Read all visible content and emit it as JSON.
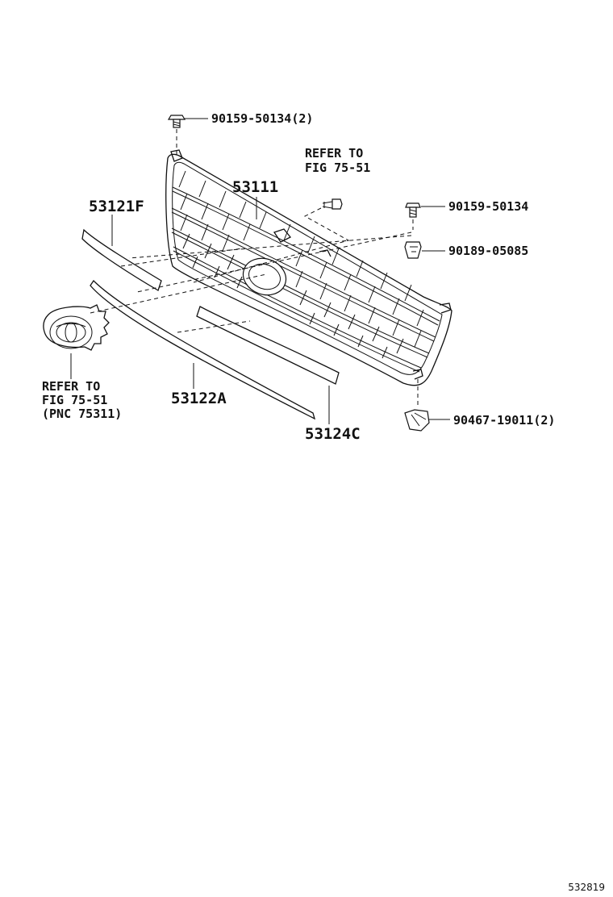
{
  "diagram": {
    "parts": {
      "bolt_top": "90159-50134(2)",
      "refer_top_line1": "REFER TO",
      "refer_top_line2": "FIG 75-51",
      "grille": "53111",
      "molding_upper": "53121F",
      "bolt_right": "90159-50134",
      "clip_right": "90189-05085",
      "refer_left_line1": "REFER TO",
      "refer_left_line2": "FIG 75-51",
      "refer_left_line3": "(PNC 75311)",
      "molding_lower": "53122A",
      "molding_center": "53124C",
      "retainer": "90467-19011(2)"
    },
    "figure_number": "532819"
  }
}
